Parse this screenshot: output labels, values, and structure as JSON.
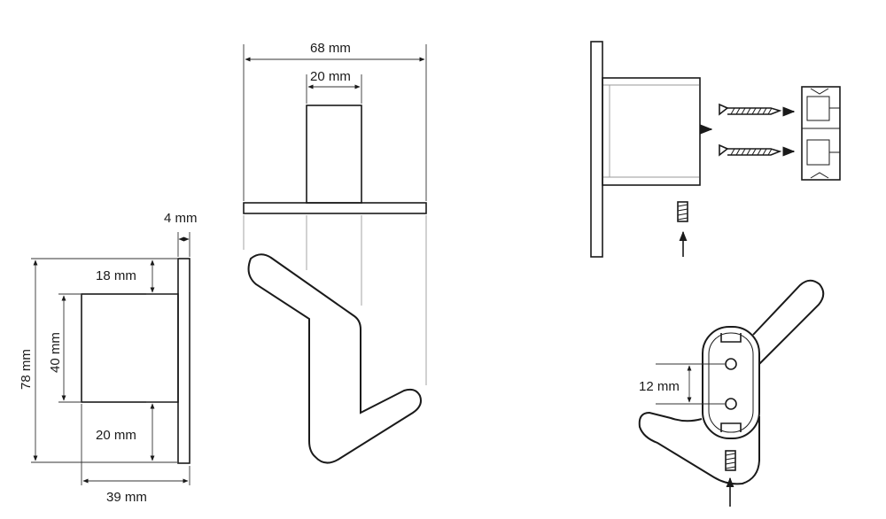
{
  "dimensions": {
    "top_width": "68 mm",
    "top_post_width": "20 mm",
    "plate_thickness": "4 mm",
    "top_offset": "18 mm",
    "block_height": "40 mm",
    "total_height": "78 mm",
    "bottom_offset": "20 mm",
    "depth": "39 mm",
    "hole_spacing": "12 mm"
  },
  "icons": [
    "screw-icon",
    "wall-plug-icon",
    "grub-screw-icon",
    "arrow-icon"
  ],
  "colors": {
    "ink": "#1a1a1a",
    "guide": "#9a9a9a",
    "background": "#ffffff"
  }
}
